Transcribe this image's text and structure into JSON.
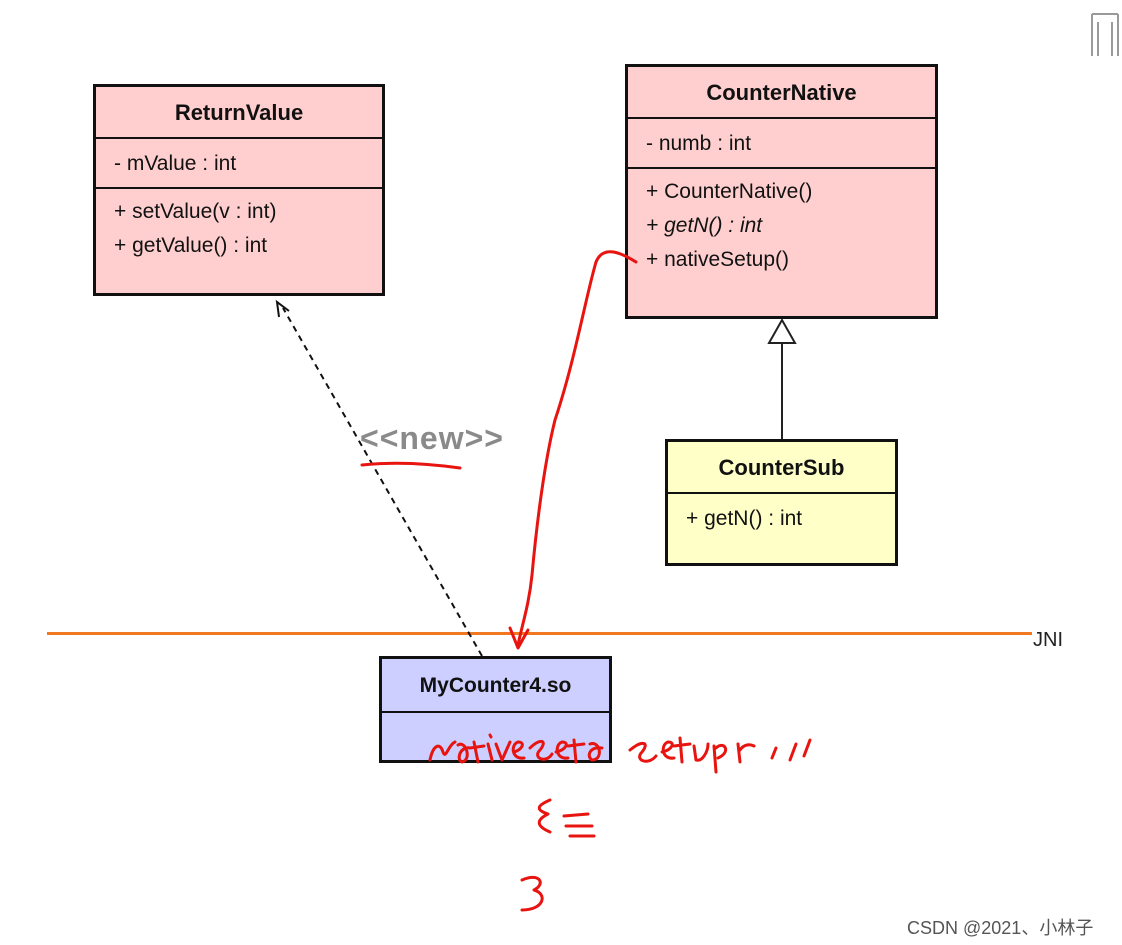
{
  "classes": {
    "return_value": {
      "name": "ReturnValue",
      "attributes": [
        "- mValue : int"
      ],
      "methods": [
        "+ setValue(v : int)",
        "+ getValue() : int"
      ]
    },
    "counter_native": {
      "name": "CounterNative",
      "attributes": [
        "- numb : int"
      ],
      "methods": [
        "+ CounterNative()",
        "+ getN() : int",
        "+ nativeSetup()"
      ]
    },
    "counter_sub": {
      "name": "CounterSub",
      "methods": [
        "+ getN() : int"
      ]
    },
    "my_counter": {
      "name": "MyCounter4.so"
    }
  },
  "stereotype": "<<new>>",
  "jni_label": "JNI",
  "watermark": "CSDN @2021、小林子",
  "colors": {
    "class_fill_red": "#ffcfcf",
    "class_fill_yellow": "#ffffc8",
    "class_fill_blue": "#cccfff",
    "jni_line": "#f07820",
    "annotation_ink": "#e8140f",
    "stereotype_text": "#8a8a8a"
  }
}
